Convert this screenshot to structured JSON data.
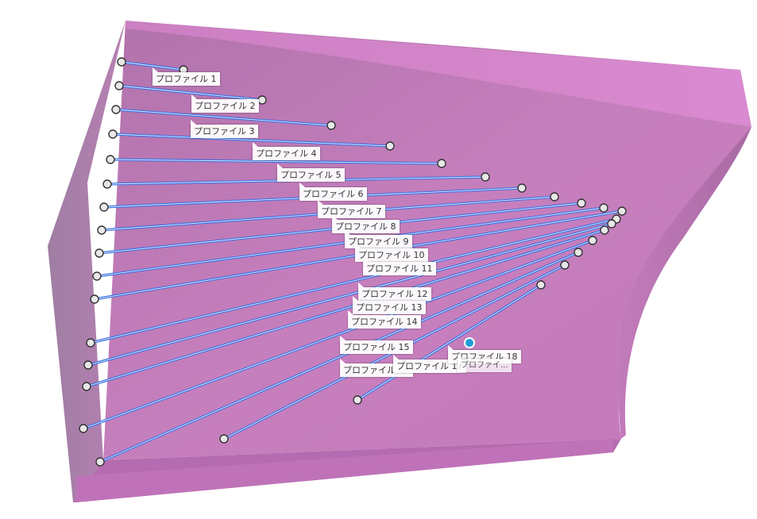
{
  "viewport": {
    "colors": {
      "face_top": "#d486c8",
      "face_main": "#c07ab8",
      "face_left": "#a77aa6",
      "face_bottom": "#b36aae",
      "face_right": "#b977b2",
      "profile_line": "#3a6fe0",
      "profile_line_glow": "#e8f0ff",
      "handle_fill": "#e8e8e8",
      "handle_stroke": "#333333",
      "selected_handle": "#1e9bd7"
    },
    "profiles": [
      {
        "label": "プロファイル 1"
      },
      {
        "label": "プロファイル 2"
      },
      {
        "label": "プロファイル 3"
      },
      {
        "label": "プロファイル 4"
      },
      {
        "label": "プロファイル 5"
      },
      {
        "label": "プロファイル 6"
      },
      {
        "label": "プロファイル 7"
      },
      {
        "label": "プロファイル 8"
      },
      {
        "label": "プロファイル 9"
      },
      {
        "label": "プロファイル 10"
      },
      {
        "label": "プロファイル 11"
      },
      {
        "label": "プロファイル 12"
      },
      {
        "label": "プロファイル 13"
      },
      {
        "label": "プロファイル 14"
      },
      {
        "label": "プロファイル 15"
      },
      {
        "label": "プロファイル 16"
      },
      {
        "label": "プロファイル 17"
      },
      {
        "label": "プロファイル 18"
      }
    ],
    "hidden_label": "プロファイ..."
  }
}
